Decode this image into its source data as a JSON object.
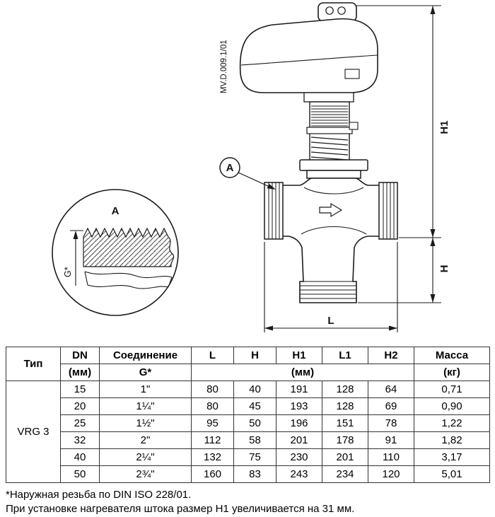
{
  "drawing": {
    "doc_number": "MV.D.009.1/01",
    "callout_label": "A",
    "detail_label": "A",
    "thread_label": "G*",
    "dims": {
      "h1": "H1",
      "h": "H",
      "l": "L"
    }
  },
  "table": {
    "h_type": "Тип",
    "h_dn": "DN",
    "h_dn_unit": "(мм)",
    "h_conn": "Соединение",
    "h_conn_sub": "G*",
    "h_l": "L",
    "h_h": "H",
    "h_h1": "H1",
    "h_l1": "L1",
    "h_h2": "H2",
    "h_mm": "(мм)",
    "h_mass": "Масса",
    "h_mass_unit": "(кг)",
    "type_value": "VRG 3",
    "rows": [
      {
        "dn": "15",
        "g": "1\"",
        "l": "80",
        "h": "40",
        "h1": "191",
        "l1": "128",
        "h2": "64",
        "mass": "0,71"
      },
      {
        "dn": "20",
        "g": "1¼\"",
        "l": "80",
        "h": "45",
        "h1": "193",
        "l1": "128",
        "h2": "69",
        "mass": "0,90"
      },
      {
        "dn": "25",
        "g": "1½\"",
        "l": "95",
        "h": "50",
        "h1": "196",
        "l1": "151",
        "h2": "78",
        "mass": "1,22"
      },
      {
        "dn": "32",
        "g": "2\"",
        "l": "112",
        "h": "58",
        "h1": "201",
        "l1": "178",
        "h2": "91",
        "mass": "1,82"
      },
      {
        "dn": "40",
        "g": "2¼\"",
        "l": "132",
        "h": "75",
        "h1": "230",
        "l1": "201",
        "h2": "110",
        "mass": "3,17"
      },
      {
        "dn": "50",
        "g": "2¾\"",
        "l": "160",
        "h": "83",
        "h1": "243",
        "l1": "234",
        "h2": "120",
        "mass": "5,01"
      }
    ]
  },
  "footnotes": {
    "line1": "*Наружная резьба по DIN ISO 228/01.",
    "line2": "При установке нагревателя штока размер H1 увеличивается на 31 мм."
  }
}
